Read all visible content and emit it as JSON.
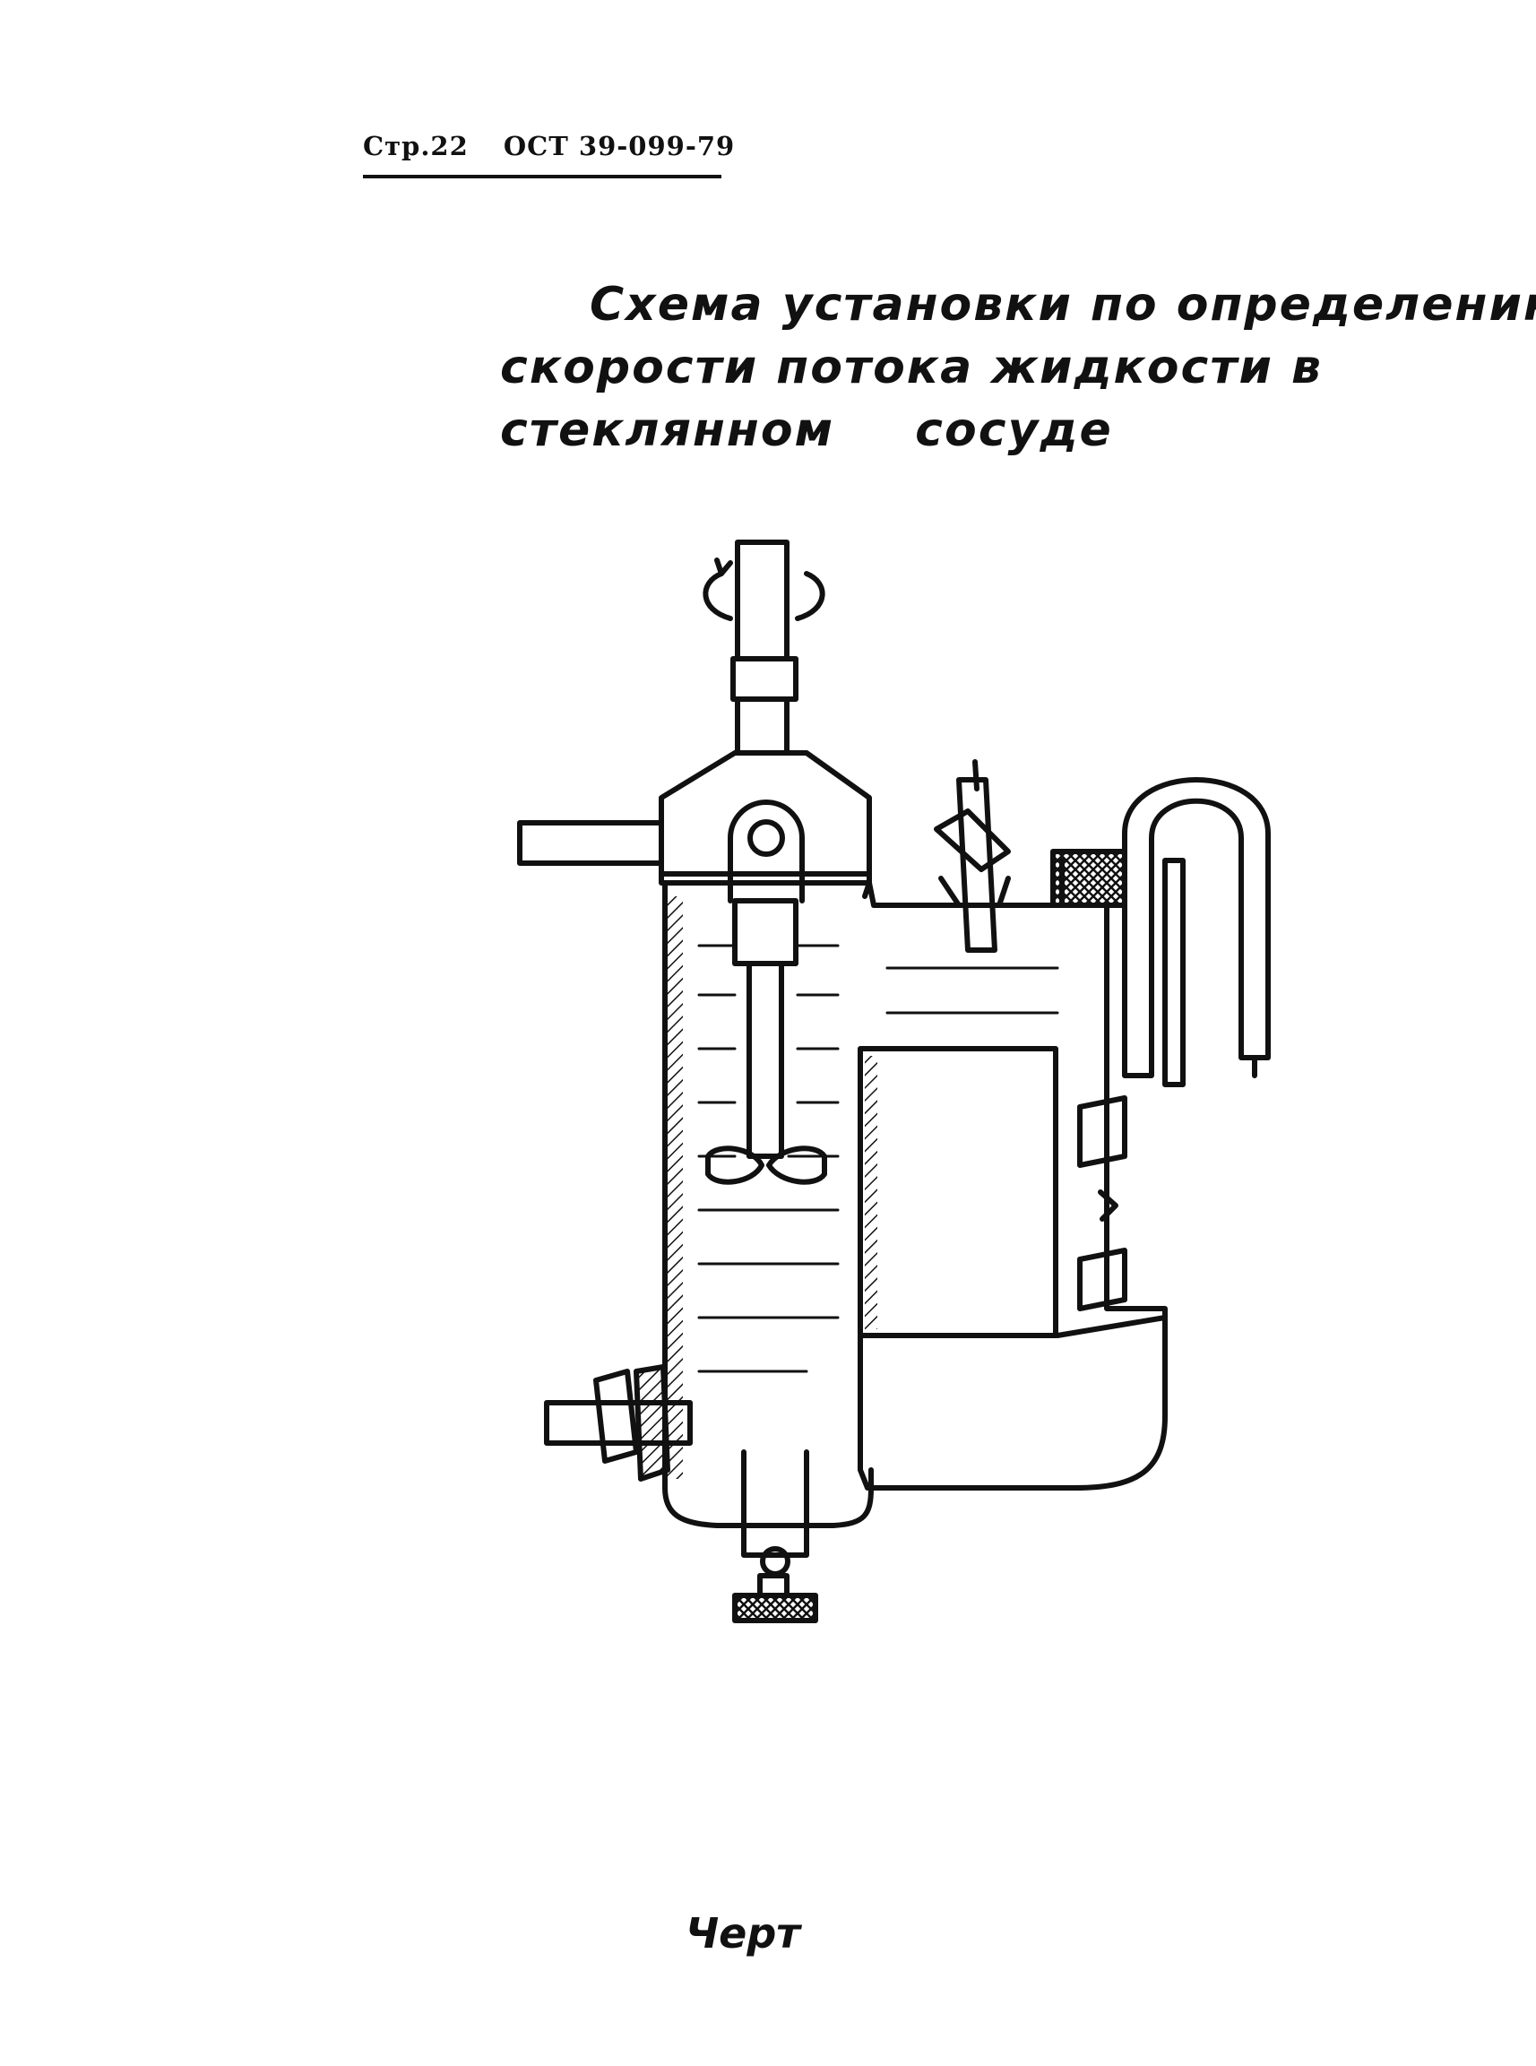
{
  "header": {
    "page": "Стр.22",
    "standard": "ОСТ 39-099-79"
  },
  "title": {
    "line1": "Схема установки по определению",
    "line2": "скорости потока жидкости в",
    "line3": "стеклянном сосуде"
  },
  "caption": "Черт",
  "colors": {
    "ink": "#111111",
    "paper": "#ffffff"
  }
}
